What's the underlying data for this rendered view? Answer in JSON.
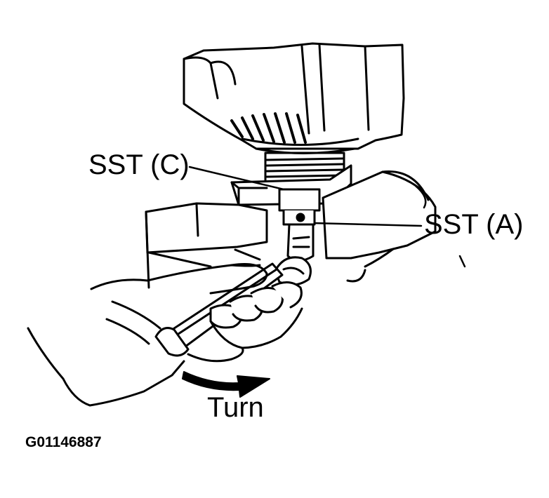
{
  "labels": {
    "sst_c": "SST (C)",
    "sst_a": "SST (A)",
    "turn": "Turn",
    "figure_id": "G01146887"
  },
  "colors": {
    "ink": "#000000",
    "paper": "#ffffff"
  }
}
